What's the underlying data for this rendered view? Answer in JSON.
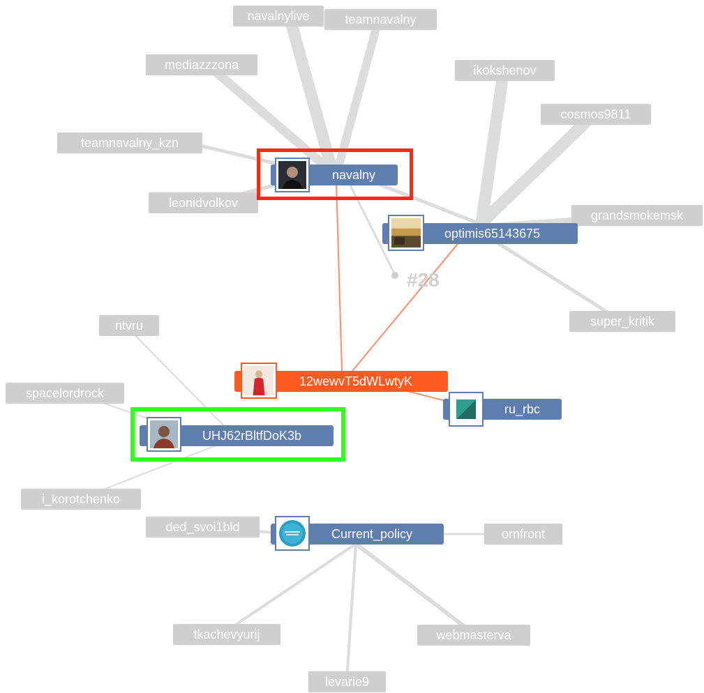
{
  "graph": {
    "highlight_colors": {
      "red": "#ff2a10",
      "green": "#33ff1f"
    },
    "edge_colors": {
      "grey": "#dcdcdc",
      "orange": "#ff8c6a"
    },
    "node_colors": {
      "grey": "#cfcfcf",
      "blue": "#5d7eae",
      "orange": "#ff5a1f"
    },
    "cluster_label": "#28",
    "nodes": {
      "navalnylive": "navalnylive",
      "teamnavalny": "teamnavalny",
      "mediazzzona": "mediazzzona",
      "teamnavalny_kzn": "teamnavalny_kzn",
      "leonidvolkov": "leonidvolkov",
      "navalny": "navalny",
      "ikokshenov": "ikokshenov",
      "cosmos9811": "cosmos9811",
      "grandsmokemsk": "grandsmokemsk",
      "optimis": "optimis65143675",
      "super_kritik": "super_kritik",
      "ntvru": "ntvru",
      "spacelordrock": "spacelordrock",
      "user12": "12wewvT5dWLwtyK",
      "ru_rbc": "ru_rbc",
      "uhj": "UHJ62rBltfDoK3b",
      "i_korotchenko": "i_korotchenko",
      "ded_svoi1bld": "ded_svoi1bld",
      "current_policy": "Current_policy",
      "ornfront": "ornfront",
      "tkachevyurij": "tkachevyurij",
      "webmasterva": "webmasterva",
      "levarie9": "levarie9"
    },
    "avatar_icons": {
      "navalny": "person-photo-icon",
      "optimis": "landscape-photo-icon",
      "user12": "person-in-red-photo-icon",
      "ru_rbc": "rbc-logo-icon",
      "uhj": "person-photo-icon",
      "current_policy": "current-policy-logo-icon"
    }
  }
}
